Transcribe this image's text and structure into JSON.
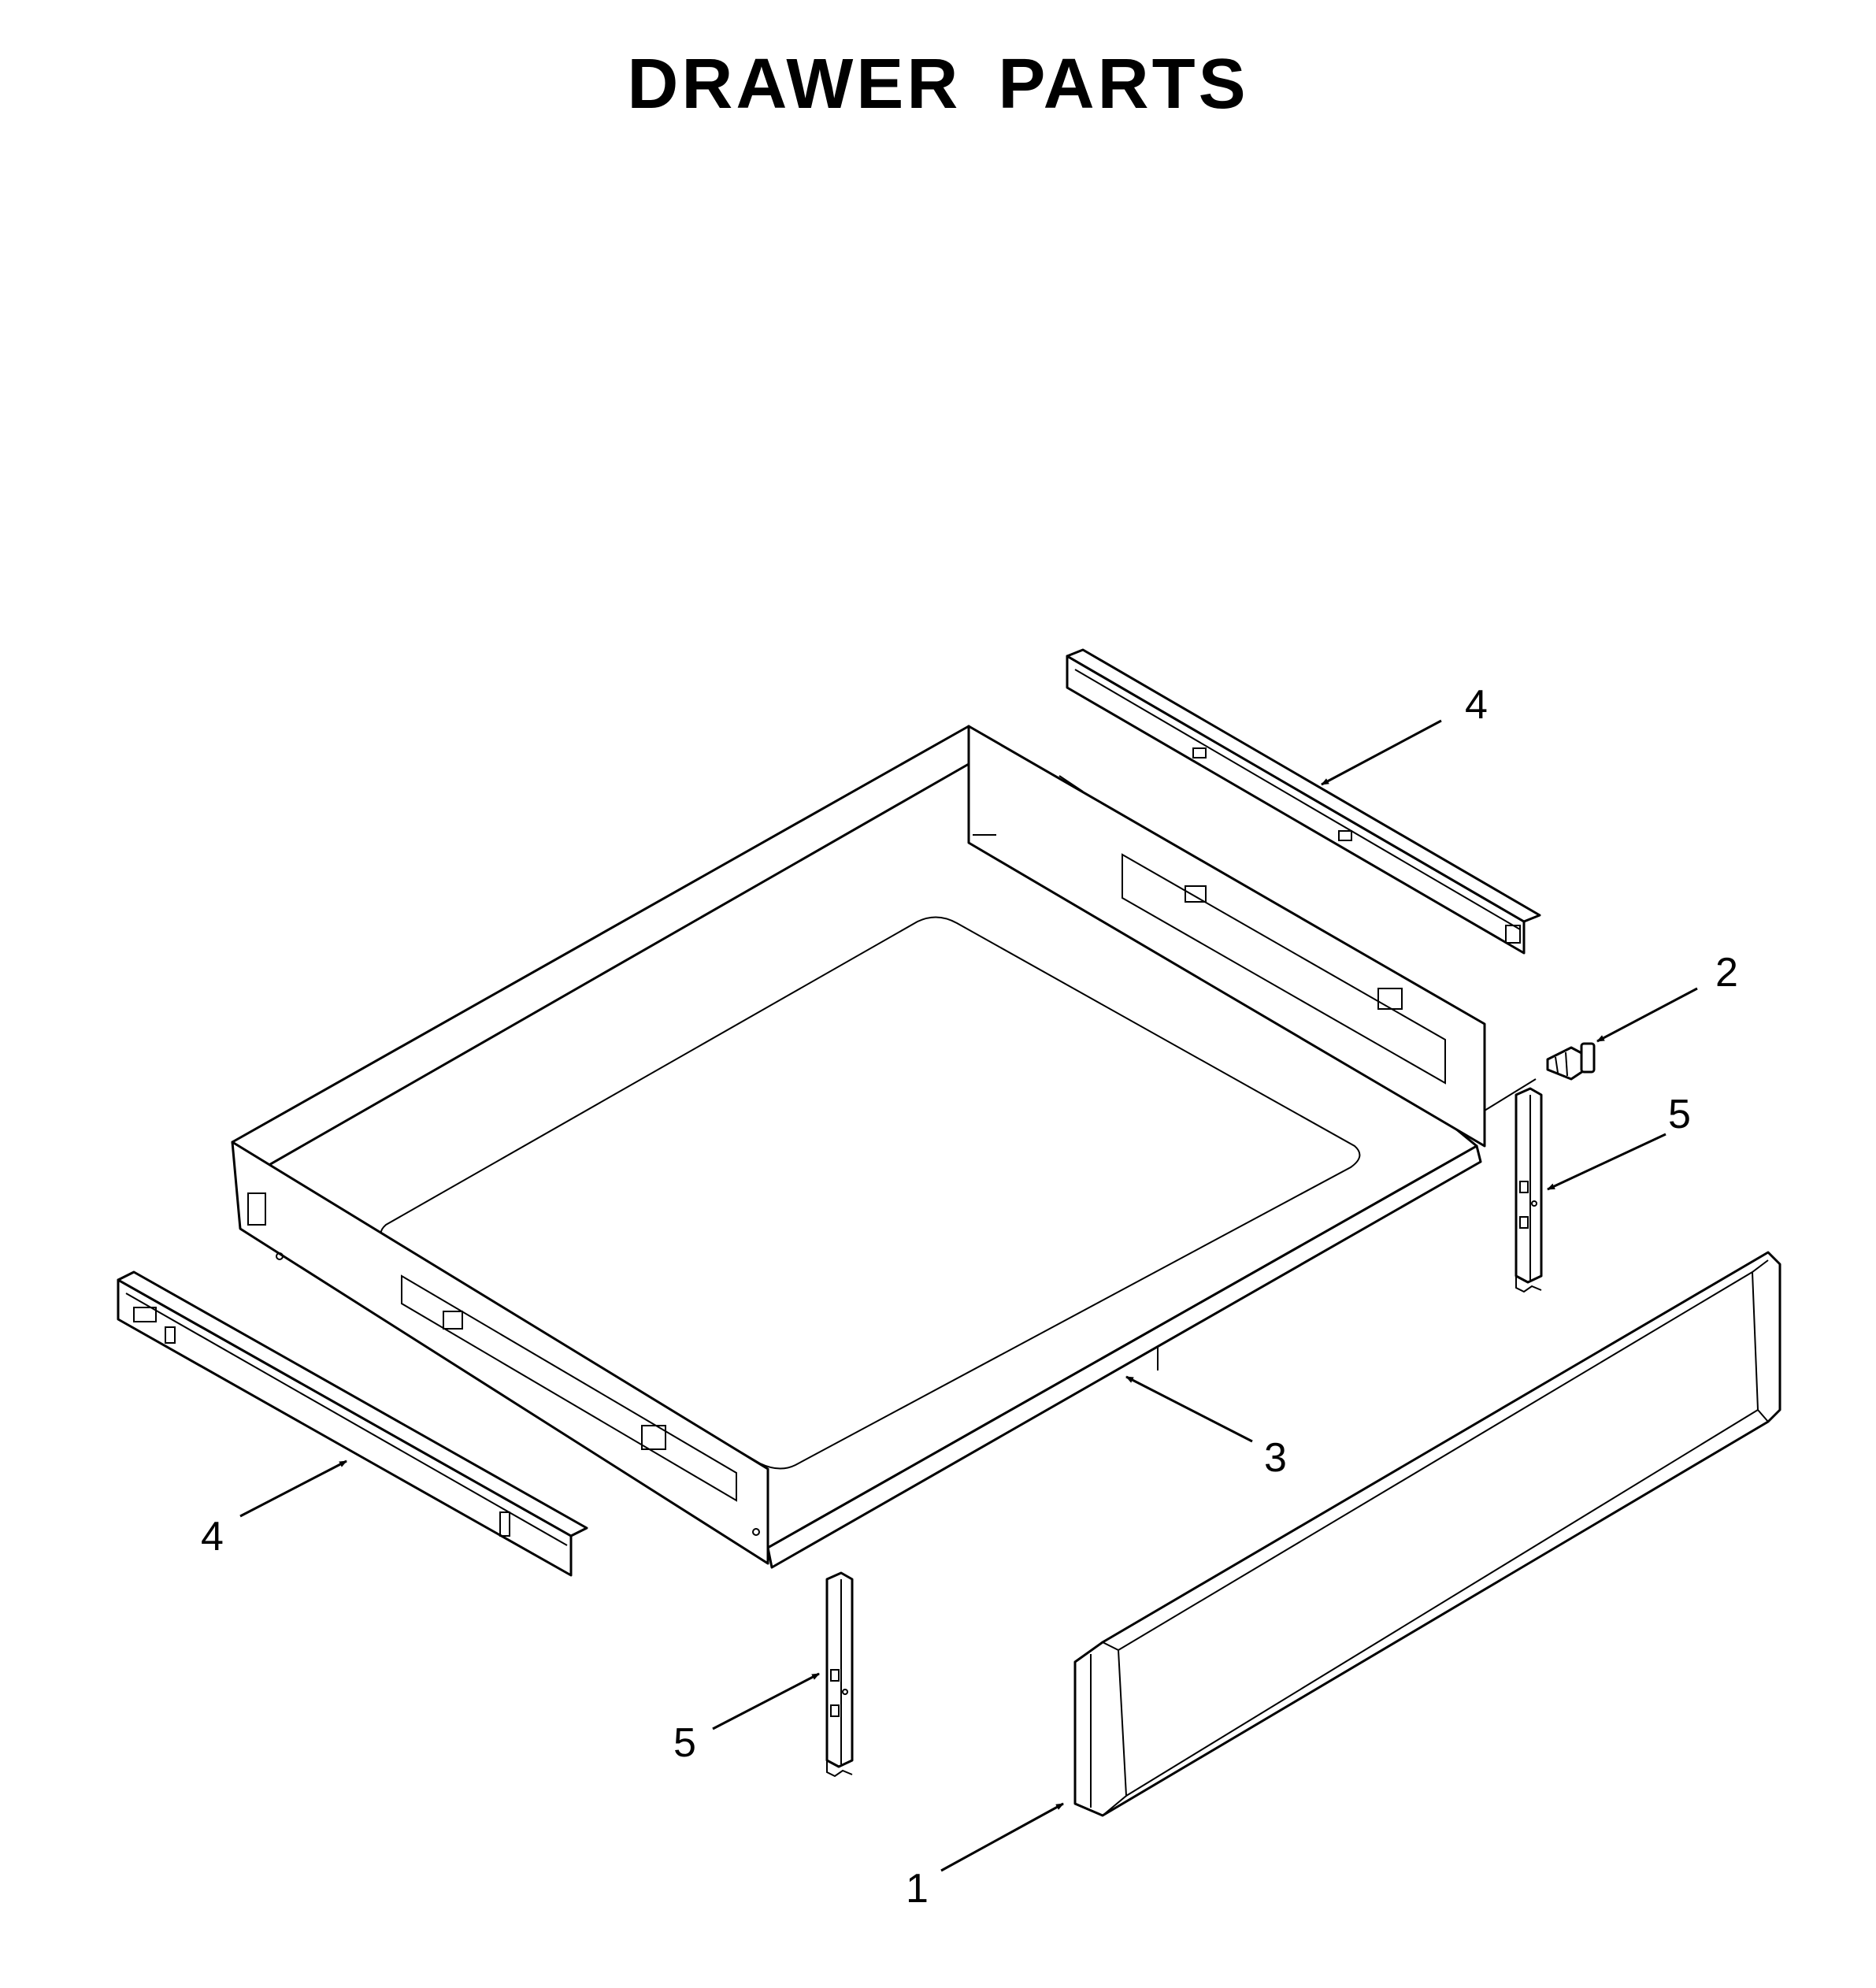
{
  "title": "DRAWER PARTS",
  "callouts": {
    "c1": "1",
    "c2": "2",
    "c3": "3",
    "c4_top": "4",
    "c4_left": "4",
    "c5_right": "5",
    "c5_bottom": "5"
  },
  "colors": {
    "line": "#000000",
    "background": "#ffffff"
  }
}
